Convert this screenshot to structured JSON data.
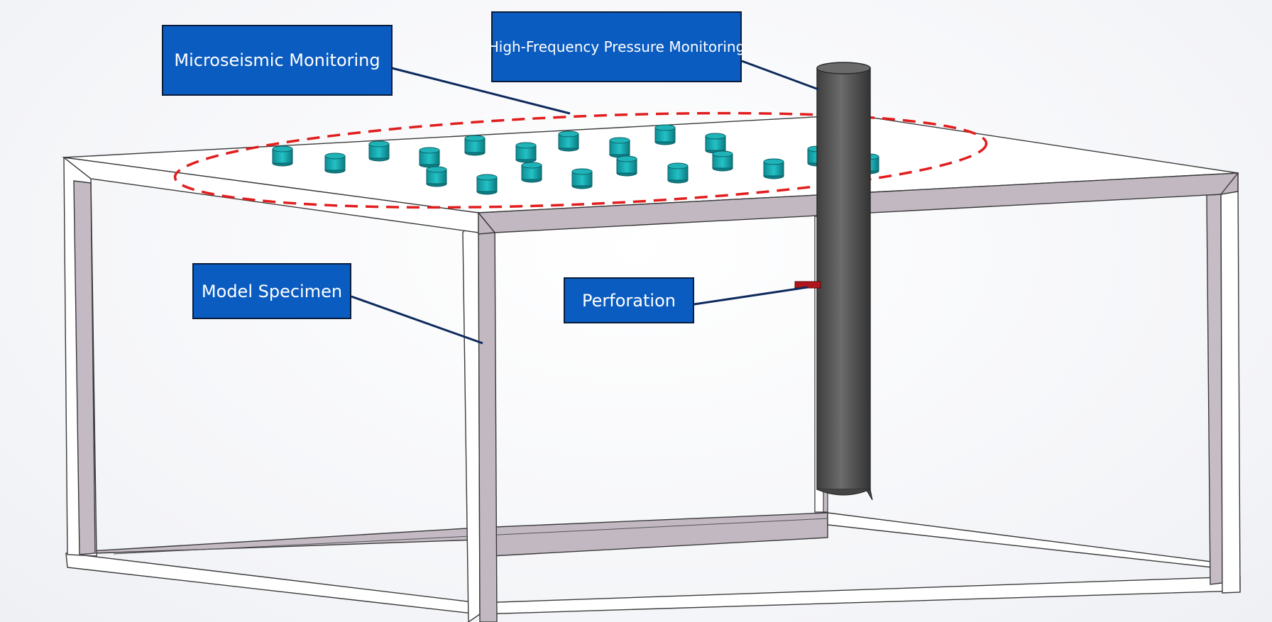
{
  "labels": {
    "microseismic": "Microseismic Monitoring",
    "pressure": "High-Frequency Pressure Monitoring",
    "specimen": "Model Specimen",
    "perforation": "Perforation"
  },
  "colors": {
    "callout_fill": "#0b5cc0",
    "callout_border": "#0a1c3a",
    "leader_line": "#0d2a5c",
    "frame_face": "#c2b8c2",
    "frame_edge": "#3a3a3a",
    "top_plate": "#ffffff",
    "sensor": "#1fb3b8",
    "sensor_dark": "#0d7e85",
    "wellbore": "#555555",
    "perforation": "#b0151b",
    "monitoring_zone": "#e11d1d"
  },
  "components": {
    "sensor_count": 20,
    "monitoring_zone_style": "dashed ellipse"
  }
}
